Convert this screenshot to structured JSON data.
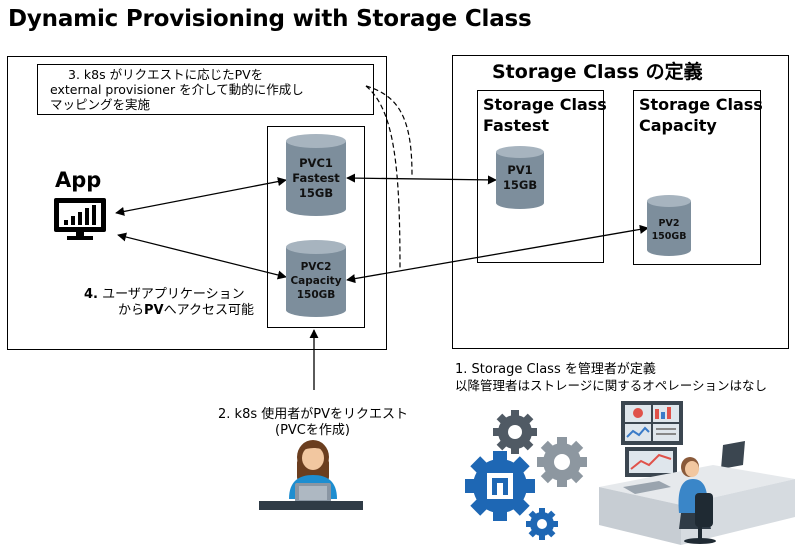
{
  "title": "Dynamic Provisioning with Storage Class",
  "notes": {
    "step3": [
      "3. k8s がリクエストに応じたPVを",
      "external provisioner を介して動的に作成し",
      "マッピングを実施"
    ],
    "step4_num": "4.",
    "step4_line1": "ユーザアプリケーション",
    "step4_line2_a": "から",
    "step4_line2_b": "PV",
    "step4_line2_c": "へアクセス可能",
    "step2": [
      "2. k8s 使用者がPVをリクエスト",
      "(PVCを作成)"
    ],
    "step1": [
      "1. Storage Class を管理者が定義",
      "以降管理者はストレージに関するオペレーションはなし"
    ]
  },
  "app": {
    "label": "App",
    "icon": "monitor-chart-icon"
  },
  "pvc": [
    {
      "lines": [
        "PVC1",
        "Fastest",
        "15GB"
      ]
    },
    {
      "lines": [
        "PVC2",
        "Capacity",
        "150GB"
      ]
    }
  ],
  "storage_class": {
    "title": "Storage Class の定義",
    "fastest": {
      "title_line1": "Storage Class",
      "title_line2": "Fastest",
      "pv": [
        "PV1",
        "15GB"
      ]
    },
    "capacity": {
      "title_line1": "Storage Class",
      "title_line2": "Capacity",
      "pv": [
        "PV2",
        "150GB"
      ]
    }
  },
  "colors": {
    "cylinder": "#7d8e9c",
    "cylinder_top": "#a7b4bf",
    "netapp_blue": "#1e67b4",
    "gear_gray": "#8d97a0",
    "person_hair": "#6b3e1f",
    "person_shirt": "#1e8ed0"
  }
}
